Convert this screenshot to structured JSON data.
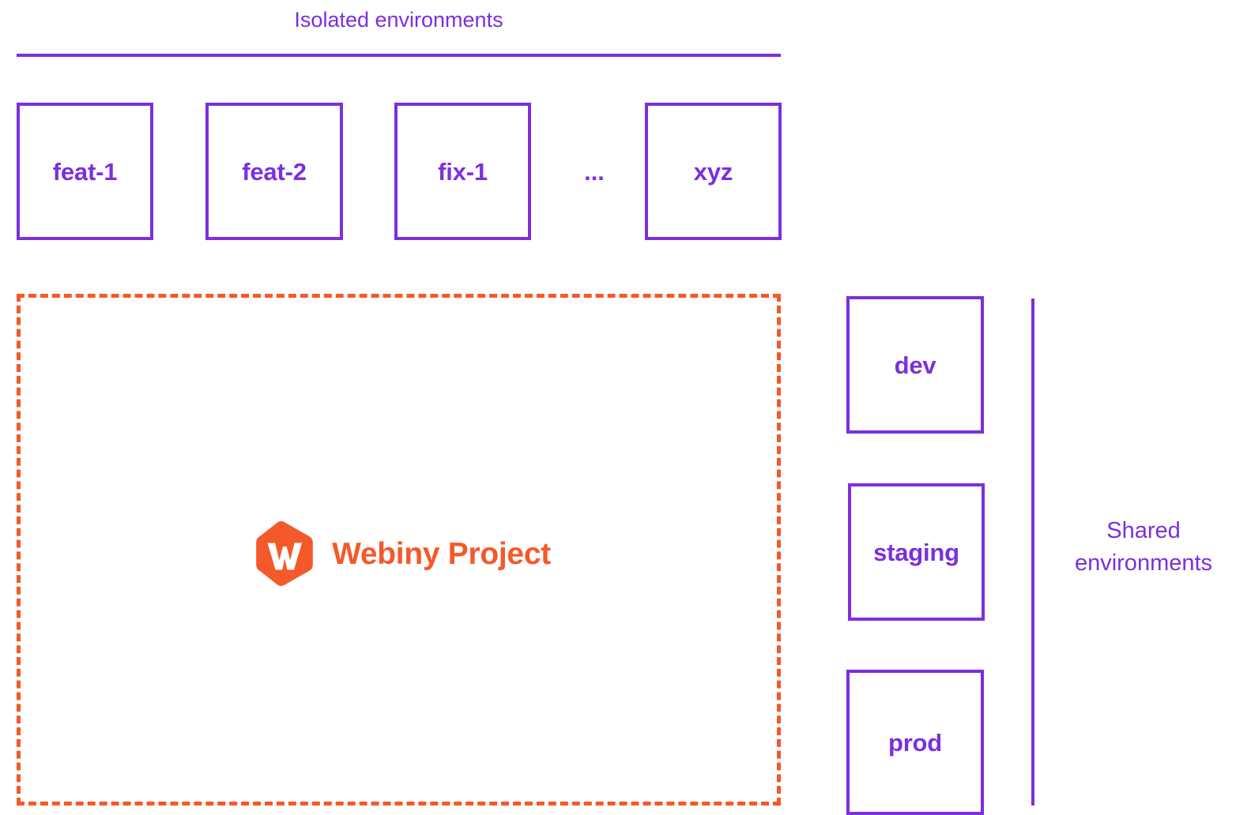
{
  "diagram": {
    "title_left": "Isolated environments",
    "title_right_line1": "Shared",
    "title_right_line2": "environments",
    "isolated_environments": [
      {
        "label": "feat-1"
      },
      {
        "label": "feat-2"
      },
      {
        "label": "fix-1"
      },
      {
        "label": "xyz"
      }
    ],
    "ellipsis": "...",
    "shared_environments": [
      {
        "label": "dev"
      },
      {
        "label": "staging"
      },
      {
        "label": "prod"
      }
    ],
    "project": {
      "name": "Webiny Project",
      "logo_letter": "W"
    },
    "colors": {
      "purple": "#7B2FDE",
      "orange": "#F4592A",
      "background": "#FFFFFF",
      "logo_text": "#FFFFFF"
    }
  }
}
